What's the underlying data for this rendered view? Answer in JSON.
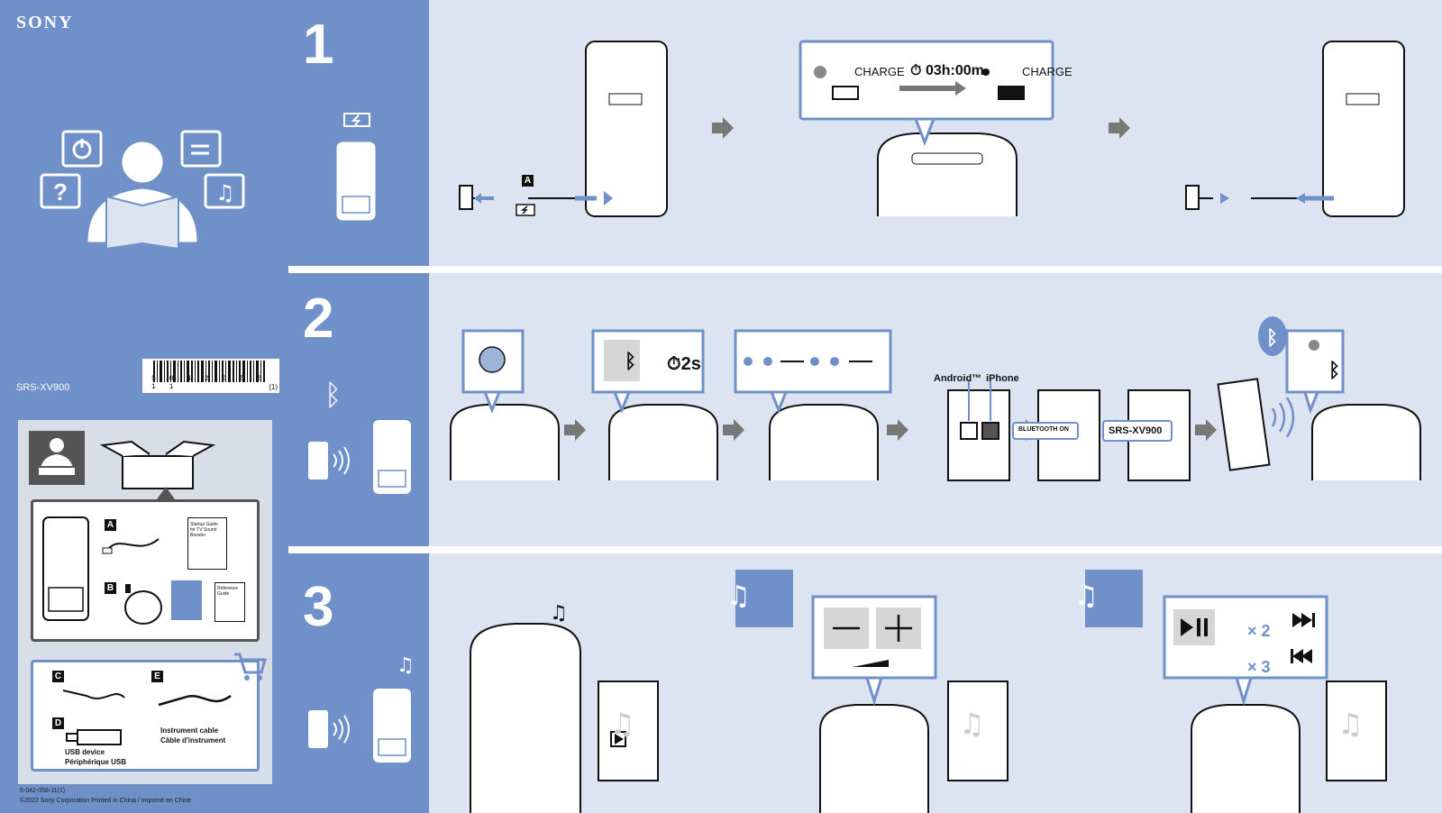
{
  "brand": "SONY",
  "model": "SRS-XV900",
  "barcode": {
    "digits": "5 0 4 2 0 5 8 1 1",
    "suffix": "(1)"
  },
  "footer": {
    "code": "5-042-058-11(1)",
    "copyright": "©2022 Sony Corporation  Printed in China / Imprimé en Chine"
  },
  "steps": [
    {
      "number": "1"
    },
    {
      "number": "2"
    },
    {
      "number": "3"
    }
  ],
  "step1": {
    "charge_label_left": "CHARGE",
    "timer": "03h:00m",
    "charge_label_right": "CHARGE",
    "cable_letter": "A"
  },
  "step2": {
    "hold_time": "2s",
    "android_label": "Android™",
    "iphone_label": "iPhone",
    "bluetooth_toggle": "BLUETOOTH ON",
    "device_name": "SRS-XV900"
  },
  "step3": {
    "times_two": "× 2",
    "times_three": "× 3"
  },
  "contents": {
    "letters": [
      "A",
      "B",
      "C",
      "D",
      "E"
    ],
    "startup_guide": "Startup Guide for TV Sound Booster",
    "reference_guide": "Reference Guide",
    "usb_device_en": "USB device",
    "usb_device_fr": "Périphérique USB",
    "instrument_cable_en": "Instrument cable",
    "instrument_cable_fr": "Câble d'instrument"
  },
  "colors": {
    "accent": "#6f90c8",
    "band": "#dde4f1",
    "dark": "#111111",
    "button_grey": "#d6d6d6"
  }
}
